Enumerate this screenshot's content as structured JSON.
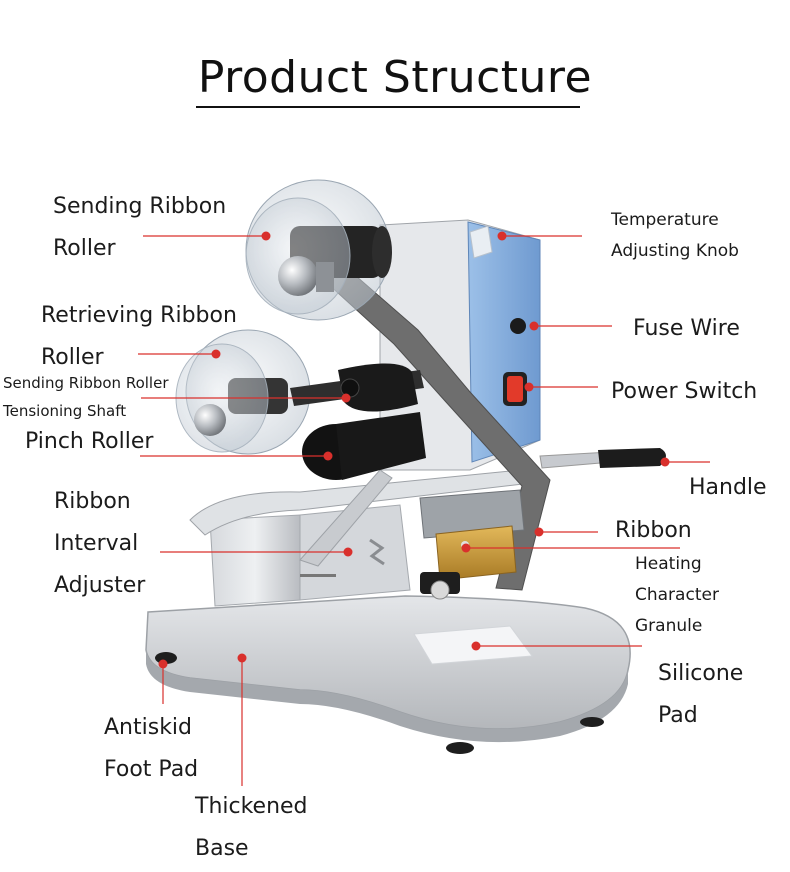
{
  "title": "Product Structure",
  "labels": {
    "sending_ribbon_roller": [
      "Sending Ribbon",
      "Roller"
    ],
    "retrieving_ribbon_roller": [
      "Retrieving Ribbon",
      "Roller"
    ],
    "tensioning_shaft": [
      "Sending Ribbon Roller",
      "Tensioning Shaft"
    ],
    "pinch_roller": [
      "Pinch Roller"
    ],
    "ribbon_interval_adjuster": [
      "Ribbon",
      "Interval",
      "Adjuster"
    ],
    "antiskid_foot_pad": [
      "Antiskid",
      "Foot Pad"
    ],
    "thickened_base": [
      "Thickened",
      "Base"
    ],
    "temperature_adjusting_knob": [
      "Temperature",
      "Adjusting Knob"
    ],
    "fuse_wire": [
      "Fuse Wire"
    ],
    "power_switch": [
      "Power Switch"
    ],
    "handle": [
      "Handle"
    ],
    "ribbon": [
      "Ribbon"
    ],
    "heating_character_granule": [
      "Heating",
      "Character",
      "Granule"
    ],
    "silicone_pad": [
      "Silicone",
      "Pad"
    ]
  },
  "colors": {
    "leader_line": "#d9302c",
    "base_metal": "#c9ccd0",
    "panel_blue": "#7ea9d8",
    "ribbon_band": "#6d6d6d",
    "brass": "#c99a3a"
  }
}
